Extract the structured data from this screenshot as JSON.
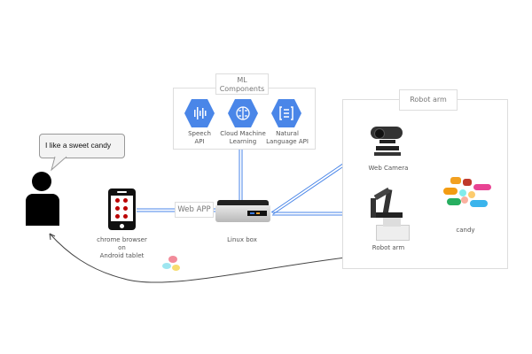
{
  "speech_bubble": {
    "text": "I like a sweet candy"
  },
  "ml_group": {
    "title_line1": "ML",
    "title_line2": "Components",
    "items": [
      {
        "label_line1": "Speech",
        "label_line2": "API",
        "icon": "speech-api-icon"
      },
      {
        "label_line1": "Cloud Machine",
        "label_line2": "Learning",
        "icon": "cloud-ml-icon"
      },
      {
        "label_line1": "Natural",
        "label_line2": "Language API",
        "icon": "natural-language-icon"
      }
    ],
    "icon_color": "#4a86e8"
  },
  "web_app": {
    "label": "Web APP"
  },
  "tablet": {
    "line1": "chrome browser",
    "line2": "on",
    "line3": "Android tablet"
  },
  "linux_box": {
    "label": "Linux box"
  },
  "robot_group": {
    "title": "Robot arm"
  },
  "web_camera": {
    "label": "Web Camera"
  },
  "robot_arm": {
    "label": "Robot arm"
  },
  "candy": {
    "label": "candy"
  },
  "connector_color": "#4a86e8"
}
